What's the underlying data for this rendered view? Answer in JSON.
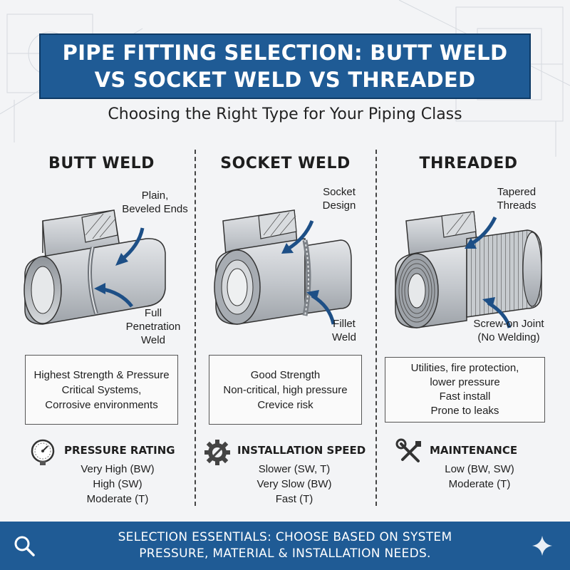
{
  "title": "PIPE FITTING SELECTION: BUTT WELD\nVS SOCKET WELD VS THREADED",
  "subtitle": "Choosing the Right Type for Your Piping Class",
  "columns": [
    {
      "heading": "BUTT WELD",
      "label_top": "Plain,\nBeveled Ends",
      "label_bottom": "Full\nPenetration\nWeld",
      "desc": [
        "Highest Strength & Pressure",
        "Critical Systems,",
        "Corrosive environments"
      ]
    },
    {
      "heading": "SOCKET WELD",
      "label_top": "Socket\nDesign",
      "label_bottom": "Fillet\nWeld",
      "desc": [
        "Good Strength",
        "Non-critical, high pressure",
        "Crevice risk"
      ]
    },
    {
      "heading": "THREADED",
      "label_top": "Tapered\nThreads",
      "label_bottom": "Screw-on Joint\n(No Welding)",
      "desc": [
        "Utilities, fire protection,",
        "lower pressure",
        "Fast install",
        "Prone to leaks"
      ]
    }
  ],
  "metrics": [
    {
      "icon": "pressure-gauge-icon",
      "title": "PRESSURE RATING",
      "lines": [
        "Very High (BW)",
        "High (SW)",
        "Moderate (T)"
      ]
    },
    {
      "icon": "gear-wrench-icon",
      "title": "INSTALLATION SPEED",
      "lines": [
        "Slower (SW, T)",
        "Very Slow (BW)",
        "Fast (T)"
      ]
    },
    {
      "icon": "wrench-screwdriver-icon",
      "title": "MAINTENANCE",
      "lines": [
        "Low (BW, SW)",
        "Moderate (T)"
      ]
    }
  ],
  "footer": {
    "text": "SELECTION ESSENTIALS: CHOOSE BASED ON SYSTEM\nPRESSURE, MATERIAL & INSTALLATION NEEDS.",
    "left_icon": "search-icon",
    "right_icon": "sparkle-icon"
  },
  "colors": {
    "accent": "#1f5b95",
    "arrow": "#1d4f86",
    "steel": "#b7bcc2"
  }
}
